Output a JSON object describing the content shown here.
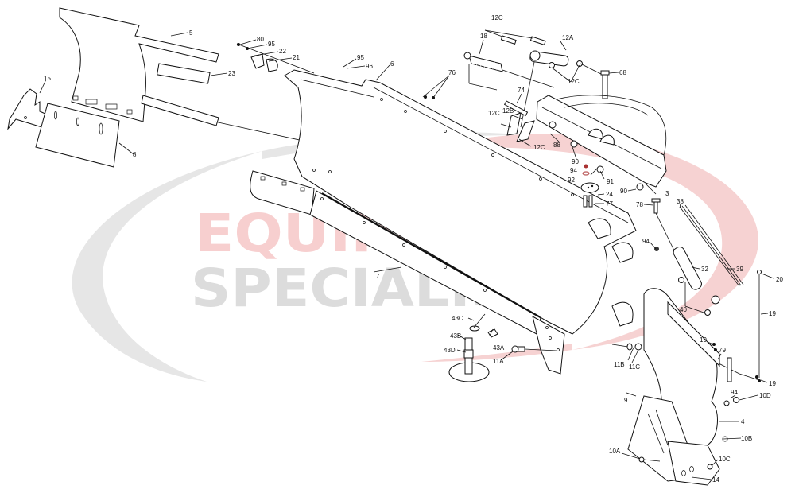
{
  "diagram": {
    "type": "exploded-parts-diagram",
    "subject": "Snow plow blade / moldboard frame assembly",
    "watermark": {
      "line1": "EQUIPMENT",
      "line2": "SPECIALISTS",
      "line1_color": "#f5c9c9",
      "line2_color": "#d9d9d9",
      "swoosh_gray": "#e3e3e3",
      "swoosh_red": "#f4cccc"
    },
    "labels": {
      "p3": "3",
      "p4": "4",
      "p5": "5",
      "p6": "6",
      "p7": "7",
      "p8": "8",
      "p9": "9",
      "p10a": "10A",
      "p10b": "10B",
      "p10c": "10C",
      "p10d": "10D",
      "p11a": "11A",
      "p11b": "11B",
      "p11c": "11C",
      "p12a": "12A",
      "p12b": "12B",
      "p12c_top": "12C",
      "p12c_right": "12C",
      "p12c_left": "12C",
      "p12c_bottom": "12C",
      "p14": "14",
      "p15": "15",
      "p18": "18",
      "p19_a": "19",
      "p19_b": "19",
      "p19_c": "19",
      "p20": "20",
      "p21": "21",
      "p22": "22",
      "p23": "23",
      "p24": "24",
      "p32": "32",
      "p38": "38",
      "p39": "39",
      "p40": "40",
      "p43a": "43A",
      "p43b": "43B",
      "p43c": "43C",
      "p43d": "43D",
      "p68": "68",
      "p74": "74",
      "p76": "76",
      "p77": "77",
      "p78": "78",
      "p79": "79",
      "p80": "80",
      "p88": "88",
      "p90_a": "90",
      "p90_b": "90",
      "p91": "91",
      "p92": "92",
      "p94_a": "94",
      "p94_b": "94",
      "p94_c": "94",
      "p95_a": "95",
      "p95_b": "95",
      "p96": "96"
    }
  }
}
